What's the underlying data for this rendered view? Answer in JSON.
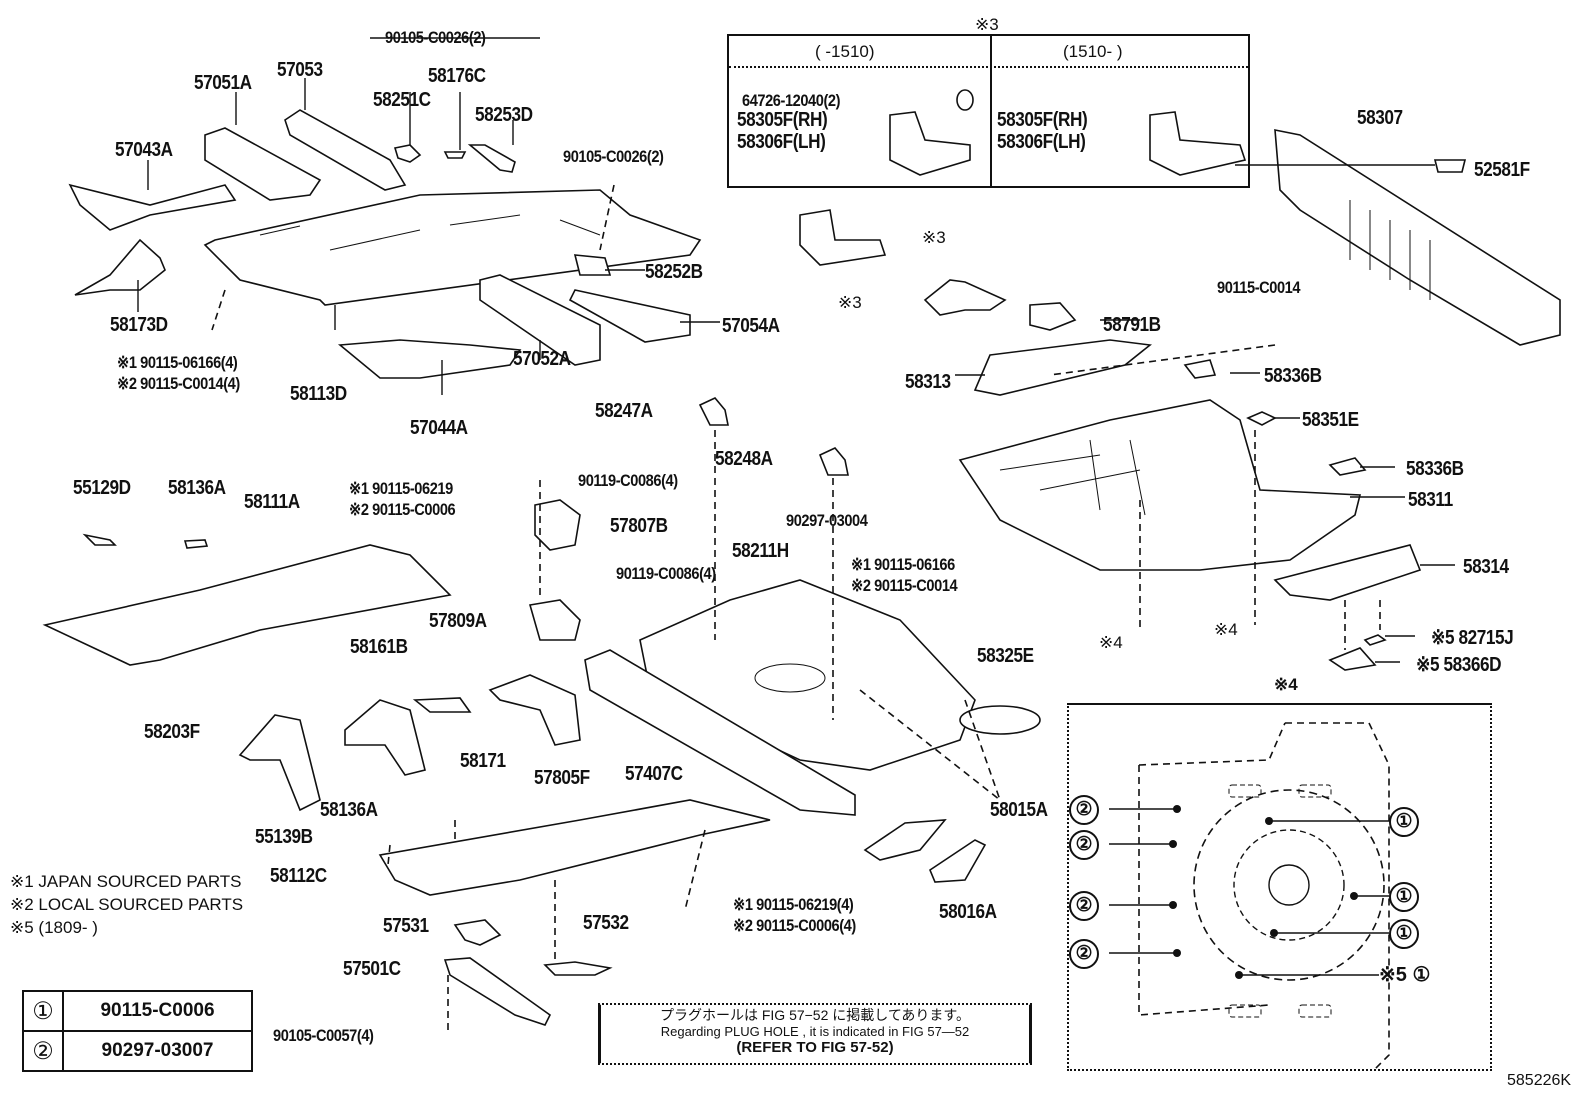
{
  "diagram": {
    "figure_code": "585226K",
    "parts_top_left": {
      "bolt_90105_top": "90105-C0026(2)",
      "p57051A": "57051A",
      "p57053": "57053",
      "p58176C": "58176C",
      "p58251C": "58251C",
      "p58253D": "58253D",
      "p57043A": "57043A",
      "bolt_90105_mid": "90105-C0026(2)",
      "p58173D": "58173D",
      "p58252B": "58252B",
      "p57054A": "57054A",
      "bolt_note1": "※1 90115-06166(4)",
      "bolt_note2": "※2 90115-C0014(4)",
      "p58113D": "58113D",
      "p57052A": "57052A",
      "p57044A": "57044A"
    },
    "variant_table": {
      "title": "※3",
      "col1_header": "(     -1510)",
      "col2_header": "(1510-     )",
      "col1_plug": "64726-12040(2)",
      "col1_rh": "58305F(RH)",
      "col1_lh": "58306F(LH)",
      "col2_rh": "58305F(RH)",
      "col2_lh": "58306F(LH)"
    },
    "parts_top_right": {
      "p58307": "58307",
      "p52581F": "52581F",
      "ref3_a": "※3",
      "ref3_b": "※3",
      "bolt_90115_c0014": "90115-C0014",
      "p58791B": "58791B",
      "p58313": "58313",
      "p58336B_a": "58336B",
      "p58351E": "58351E",
      "p58336B_b": "58336B",
      "p58311": "58311",
      "p58314": "58314",
      "ref4_a": "※4",
      "ref4_b": "※4",
      "p82715J": "※5 82715J",
      "p58366D": "※5 58366D"
    },
    "parts_middle": {
      "p58247A": "58247A",
      "p58248A": "58248A",
      "bolt_90119_a": "90119-C0086(4)",
      "p57807B": "57807B",
      "bolt_90297_03004": "90297-03004",
      "bolt_90119_b": "90119-C0086(4)",
      "p58211H": "58211H",
      "note_90115_06166": "※1 90115-06166",
      "note_90115_c0014": "※2 90115-C0014",
      "p57809A": "57809A",
      "p55129D": "55129D",
      "p58136A_top": "58136A",
      "p58111A": "58111A",
      "note_90115_06219": "※1 90115-06219",
      "note_90115_c0006": "※2 90115-C0006",
      "p58161B": "58161B",
      "p58325E": "58325E",
      "p58203F": "58203F",
      "p58171": "58171",
      "p57805F": "57805F",
      "p57407C": "57407C",
      "p58015A": "58015A",
      "p58016A": "58016A"
    },
    "parts_bottom": {
      "p58136A_bottom": "58136A",
      "p55139B": "55139B",
      "p58112C": "58112C",
      "p57531": "57531",
      "p57532": "57532",
      "p57501C": "57501C",
      "bolt_90105_c0057": "90105-C0057(4)",
      "note_90115_06219_4": "※1 90115-06219(4)",
      "note_90115_c0006_4": "※2 90115-C0006(4)"
    },
    "footnotes": [
      "※1 JAPAN SOURCED PARTS",
      "※2 LOCAL SOURCED PARTS",
      "※5 (1809-     )"
    ],
    "legend": [
      {
        "symbol": "①",
        "part": "90115-C0006"
      },
      {
        "symbol": "②",
        "part": "90297-03007"
      }
    ],
    "reference_box": {
      "line_jp": "プラグホールは FIG 57−52 に掲載してあります。",
      "line_en": "Regarding  PLUG  HOLE , it is indicated in FIG 57—52",
      "line_ref": "(REFER  TO  FIG  57-52)"
    },
    "detail_view": {
      "title": "※4",
      "left_callouts": [
        "②",
        "②",
        "②",
        "②"
      ],
      "right_callouts": [
        "①",
        "①",
        "①",
        "※5 ①"
      ]
    }
  }
}
